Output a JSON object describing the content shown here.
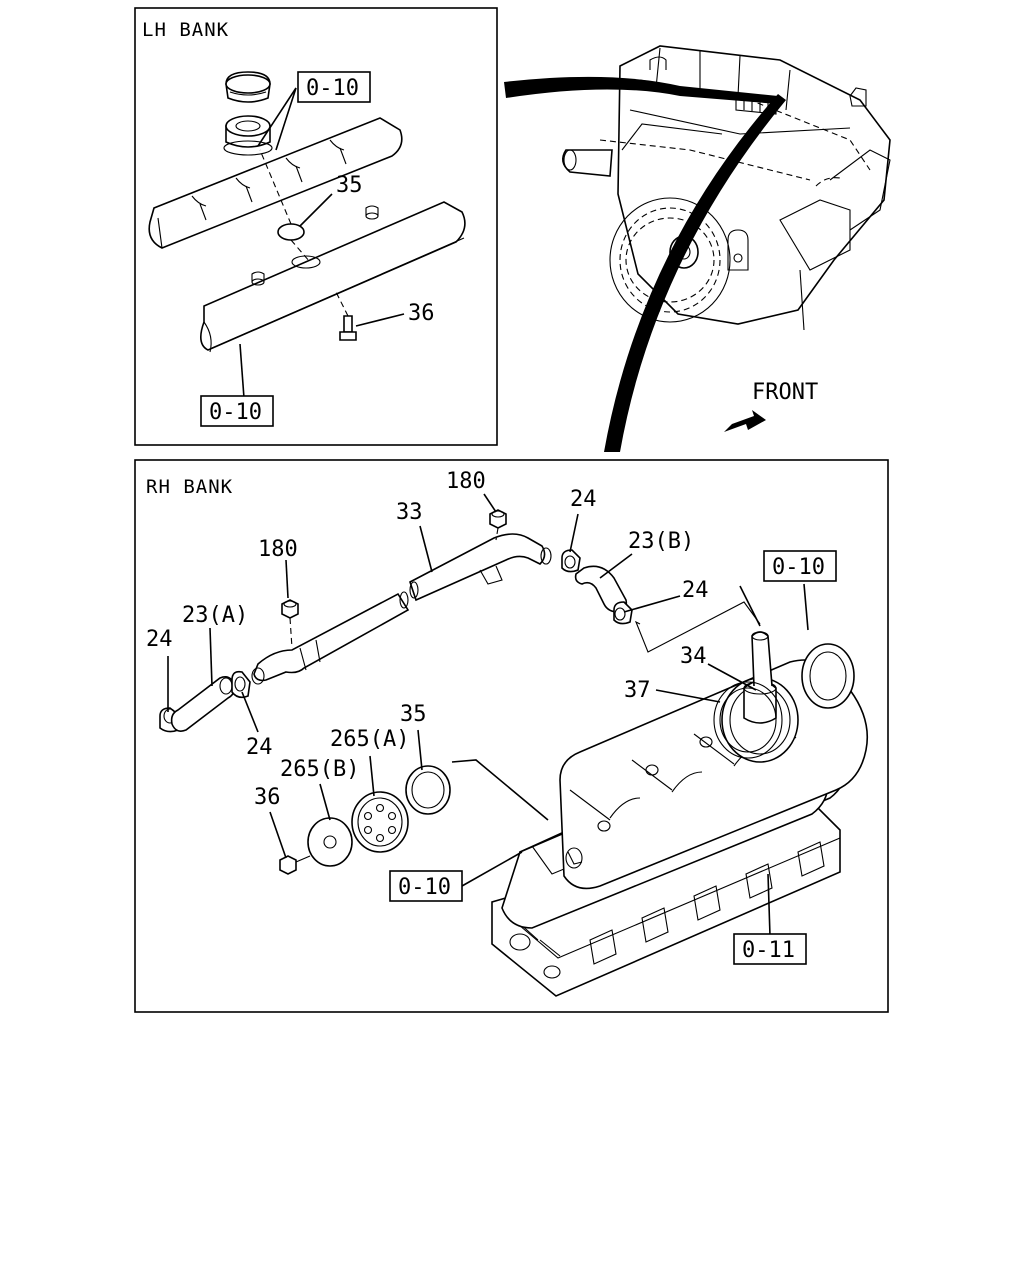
{
  "panels": {
    "lh_title": "LH BANK",
    "rh_title": "RH BANK"
  },
  "front_label": "FRONT",
  "lh": {
    "ref_top": "0-10",
    "ref_bottom": "0-10",
    "p35": "35",
    "p36": "36"
  },
  "rh": {
    "p180a": "180",
    "p180b": "180",
    "p33": "33",
    "p24a": "24",
    "p24b": "24",
    "p24c": "24",
    "p24d": "24",
    "p23a": "23(A)",
    "p23b": "23(B)",
    "ref_010_top": "0-10",
    "ref_010_mid": "0-10",
    "ref_011": "0-11",
    "p34": "34",
    "p37": "37",
    "p35": "35",
    "p265a": "265(A)",
    "p265b": "265(B)",
    "p36": "36"
  }
}
